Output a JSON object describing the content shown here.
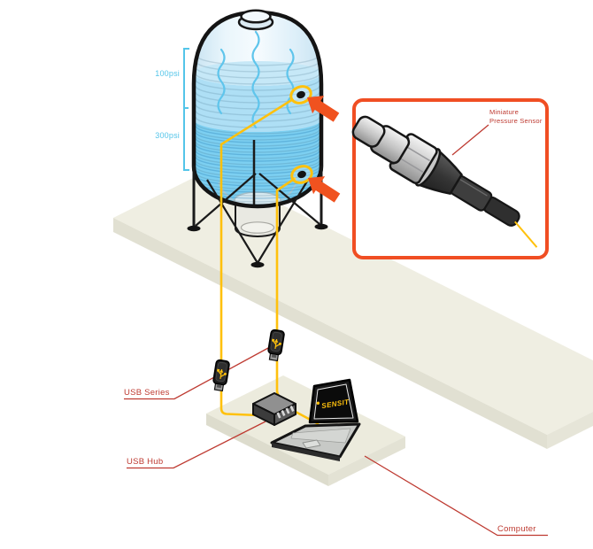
{
  "scene": {
    "tank": {
      "pressure_labels": {
        "top": "100psi",
        "bottom": "300psi"
      }
    },
    "inset": {
      "caption_line1": "Miniature",
      "caption_line2": "Pressure Sensor"
    },
    "equipment_labels": {
      "usb_series": "USB Series",
      "usb_hub": "USB Hub",
      "computer": "Computer"
    },
    "laptop": {
      "logo_text": "SENSIT"
    }
  },
  "colors": {
    "cable_yellow": "#FFC10D",
    "arrow_orange": "#F0521F",
    "inset_border_orange": "#F04E23",
    "label_red": "#BE3A31",
    "annotation_cyan": "#53C5E9",
    "water_blue": "#7CCFF1",
    "water_light_blue": "#AEDFF5",
    "water_surface": "#C6E8F7",
    "platform_beige": "#EFEEE2"
  }
}
